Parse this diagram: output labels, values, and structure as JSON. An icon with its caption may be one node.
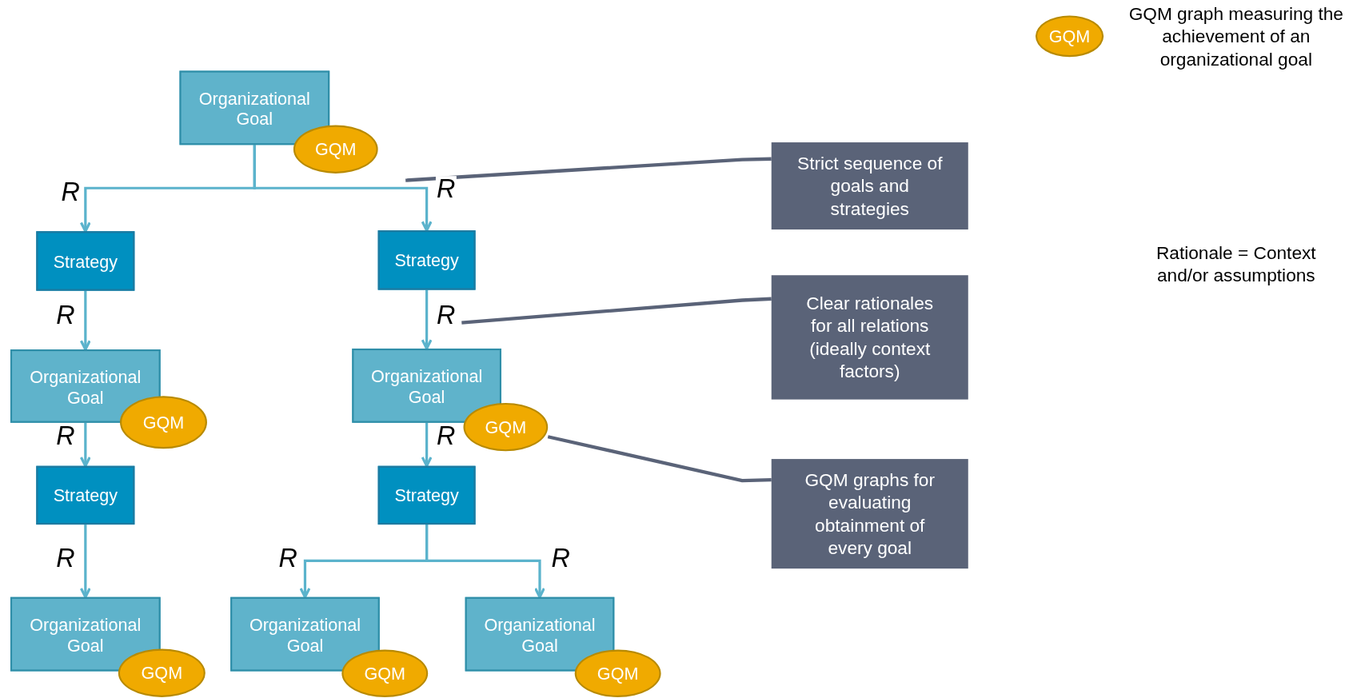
{
  "diagram": {
    "nodes": [
      {
        "text": [
          "Organizational Goal"
        ]
      },
      {
        "text": [
          "GQM"
        ]
      },
      {
        "text": [
          "Strategy"
        ]
      },
      {
        "text": [
          "Strategy"
        ]
      },
      {
        "text": [
          "Organizational Goal"
        ]
      },
      {
        "text": [
          "GQM"
        ]
      },
      {
        "text": [
          "Organizational Goal"
        ]
      },
      {
        "text": [
          "GQM"
        ]
      },
      {
        "text": [
          "Strategy"
        ]
      },
      {
        "text": [
          "Strategy"
        ]
      },
      {
        "text": [
          "Organizational Goal"
        ]
      },
      {
        "text": [
          "GQM"
        ]
      },
      {
        "text": [
          "Organizational Goal"
        ]
      },
      {
        "text": [
          "GQM"
        ]
      },
      {
        "text": [
          "Organizational Goal"
        ]
      },
      {
        "text": [
          "GQM"
        ]
      },
      {
        "text": [
          "Strict sequence of goals and strategies"
        ]
      },
      {
        "text": [
          "Clear rationales for all relations (ideally context factors)"
        ]
      },
      {
        "text": [
          "GQM graphs for evaluating obtainment of every goal"
        ]
      },
      {
        "text": [
          "GQM"
        ],
        "beside": [
          "GQM graph measuring the achievement of an organizational goal"
        ]
      }
    ],
    "edges": [
      {
        "from": 0,
        "to": 2,
        "arrow": "to",
        "label": "R"
      },
      {
        "from": 0,
        "to": 3,
        "arrow": "to",
        "label": "R"
      },
      {
        "from": 2,
        "to": 4,
        "arrow": "to",
        "label": "R"
      },
      {
        "from": 3,
        "to": 6,
        "arrow": "to",
        "label": "R"
      },
      {
        "from": 4,
        "to": 8,
        "arrow": "to",
        "label": "R"
      },
      {
        "from": 6,
        "to": 9,
        "arrow": "to",
        "label": "R"
      },
      {
        "from": 8,
        "to": 10,
        "arrow": "to",
        "label": "R"
      },
      {
        "from": 9,
        "to": 12,
        "arrow": "to",
        "label": "R"
      },
      {
        "from": 9,
        "to": 14,
        "arrow": "to",
        "label": "R"
      },
      {
        "from": 16,
        "to": null,
        "arrow": "none",
        "color": "#5a6378"
      },
      {
        "from": 17,
        "to": null,
        "arrow": "none",
        "color": "#5a6378"
      },
      {
        "from": 18,
        "to": 7,
        "arrow": "none",
        "color": "#5a6378"
      }
    ],
    "labels": [
      "Rationale = Context and/or assumptions"
    ]
  }
}
